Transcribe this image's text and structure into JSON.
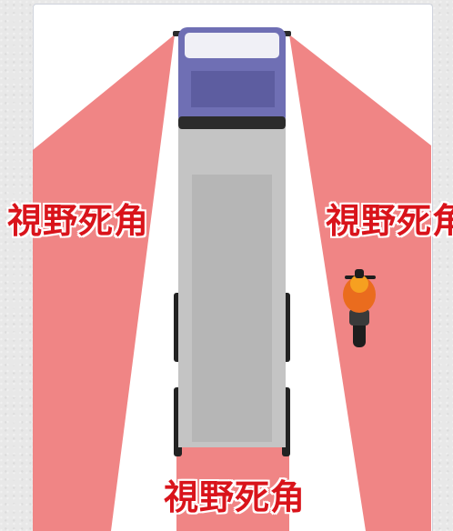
{
  "colors": {
    "blind_zone": "#f08585",
    "truck_cab": "#6f6fb4",
    "truck_body": "#c4c4c4",
    "label_red": "#d9141b"
  },
  "labels": {
    "left": "視野死角",
    "right": "視野死角",
    "bottom": "視野死角"
  },
  "icons": {
    "vehicle": "truck-icon",
    "rider": "motorcycle-rider-icon"
  }
}
